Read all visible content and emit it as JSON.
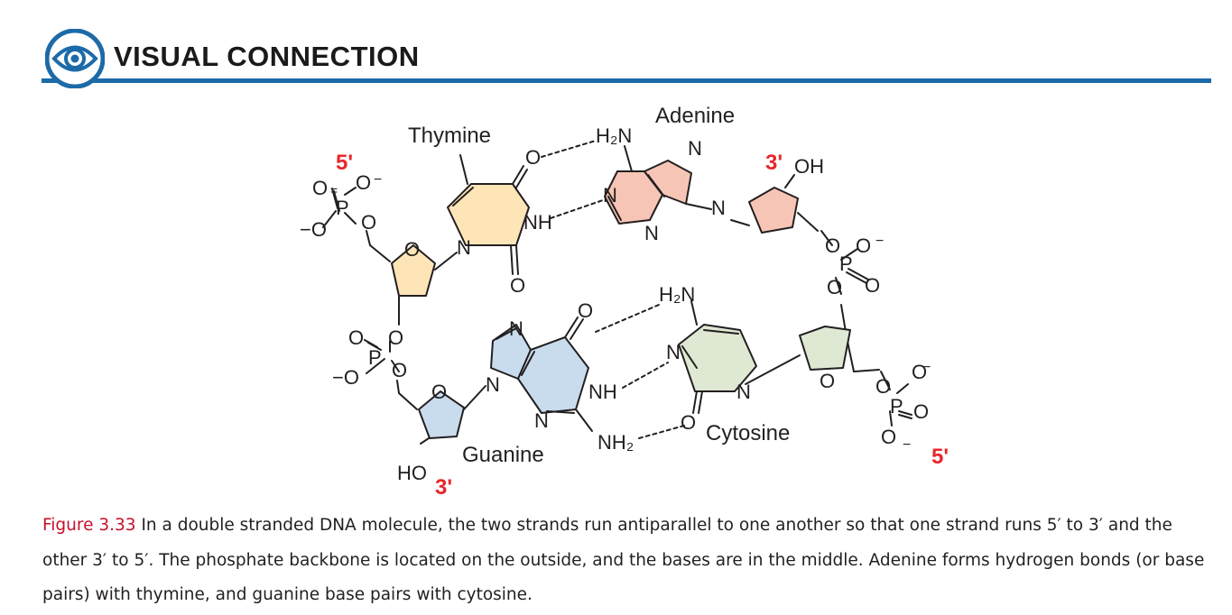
{
  "header": {
    "title": "VISUAL CONNECTION",
    "accent_color": "#1c6aa8",
    "icon": "eye-icon"
  },
  "figure": {
    "bases": {
      "thymine": "Thymine",
      "adenine": "Adenine",
      "guanine": "Guanine",
      "cytosine": "Cytosine"
    },
    "end_labels": {
      "top_left": "5'",
      "top_right": "3'",
      "bottom_left": "3'",
      "bottom_right": "5'"
    },
    "colors": {
      "thymine": "#fde5b8",
      "adenine": "#f7c5b5",
      "guanine": "#c9dcee",
      "cytosine": "#dfe8d3",
      "end_label": "#e8272b"
    }
  },
  "caption": {
    "figure_label": "Figure 3.33",
    "text": " In a double stranded DNA molecule, the two strands run antiparallel to one another so that one strand runs 5′ to 3′ and the other 3′ to 5′. The phosphate backbone is located on the outside, and the bases are in the middle. Adenine forms hydrogen bonds (or base pairs) with thymine, and guanine base pairs with cytosine."
  }
}
